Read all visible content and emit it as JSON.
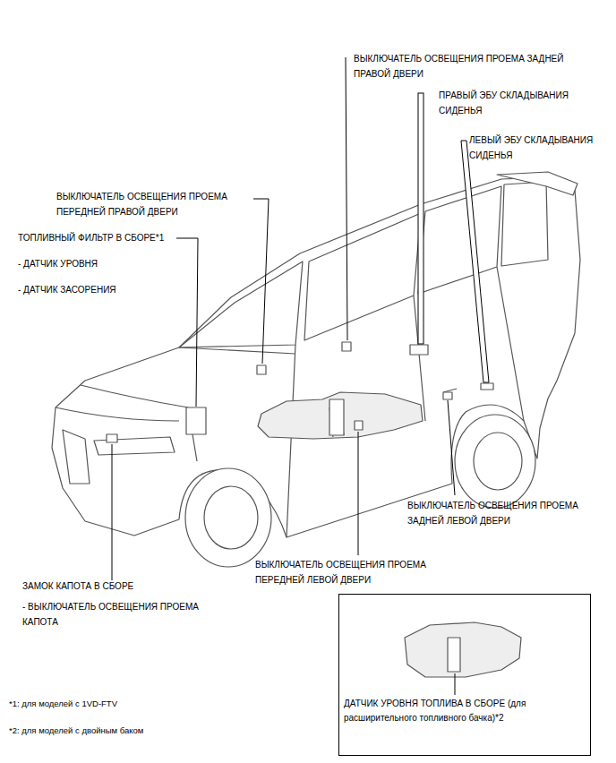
{
  "diagram": {
    "nodes": [
      {
        "text": [
          "ДАТЧИК УРОВНЯ ТОПЛИВА В СБОРЕ (для расширительного топливного бачка)*2"
        ]
      }
    ],
    "labels": [
      "ВЫКЛЮЧАТЕЛЬ ОСВЕЩЕНИЯ ПРОЕМА ЗАДНЕЙ ПРАВОЙ ДВЕРИ",
      "ПРАВЫЙ ЭБУ СКЛАДЫВАНИЯ СИДЕНЬЯ",
      "ЛЕВЫЙ ЭБУ СКЛАДЫВАНИЯ СИДЕНЬЯ",
      "ВЫКЛЮЧАТЕЛЬ ОСВЕЩЕНИЯ ПРОЕМА ПЕРЕДНЕЙ ПРАВОЙ ДВЕРИ",
      "ТОПЛИВНЫЙ ФИЛЬТР В СБОРЕ*1",
      "- ДАТЧИК УРОВНЯ",
      "- ДАТЧИК ЗАСОРЕНИЯ",
      "ВЫКЛЮЧАТЕЛЬ ОСВЕЩЕНИЯ ПРОЕМА ЗАДНЕЙ ЛЕВОЙ ДВЕРИ",
      "ВЫКЛЮЧАТЕЛЬ ОСВЕЩЕНИЯ ПРОЕМА ПЕРЕДНЕЙ ЛЕВОЙ ДВЕРИ",
      "ЗАМОК КАПОТА В СБОРЕ",
      "- ВЫКЛЮЧАТЕЛЬ ОСВЕЩЕНИЯ ПРОЕМА КАПОТА",
      "*1: для моделей с 1VD-FTV",
      "*2: для моделей с двойным баком"
    ]
  }
}
